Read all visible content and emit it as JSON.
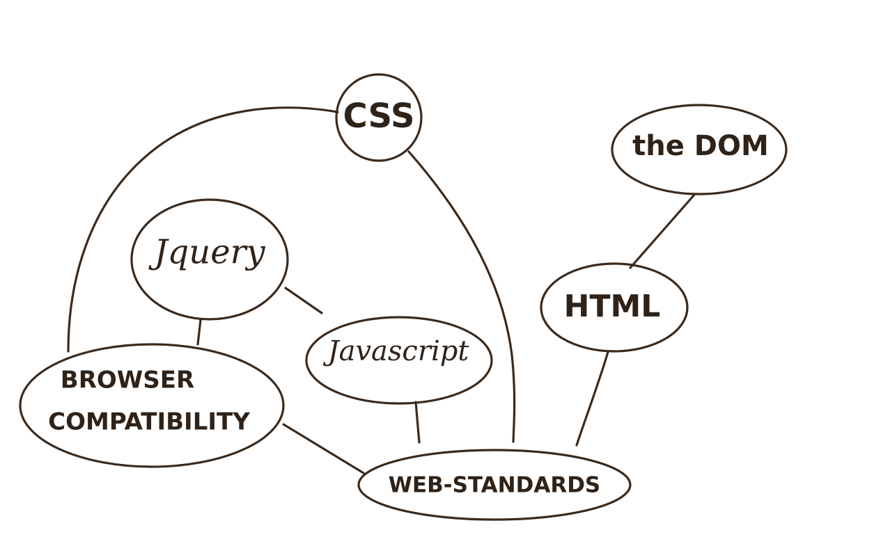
{
  "diagram": {
    "ink_color": "#3b2a1d",
    "nodes": [
      {
        "id": "css",
        "label": "CSS"
      },
      {
        "id": "the-dom",
        "label": "the DOM"
      },
      {
        "id": "jquery",
        "label": "Jquery"
      },
      {
        "id": "html",
        "label": "HTML"
      },
      {
        "id": "javascript",
        "label": "Javascript"
      },
      {
        "id": "browser-compatibility",
        "label_line1": "BROWSER",
        "label_line2": "COMPATIBILITY"
      },
      {
        "id": "web-standards",
        "label": "WEB-STANDARDS"
      }
    ],
    "edges": [
      {
        "from": "css",
        "to": "browser-compatibility"
      },
      {
        "from": "css",
        "to": "web-standards"
      },
      {
        "from": "the-dom",
        "to": "html"
      },
      {
        "from": "jquery",
        "to": "javascript"
      },
      {
        "from": "jquery",
        "to": "browser-compatibility"
      },
      {
        "from": "html",
        "to": "web-standards"
      },
      {
        "from": "javascript",
        "to": "web-standards"
      },
      {
        "from": "browser-compatibility",
        "to": "web-standards"
      }
    ]
  }
}
